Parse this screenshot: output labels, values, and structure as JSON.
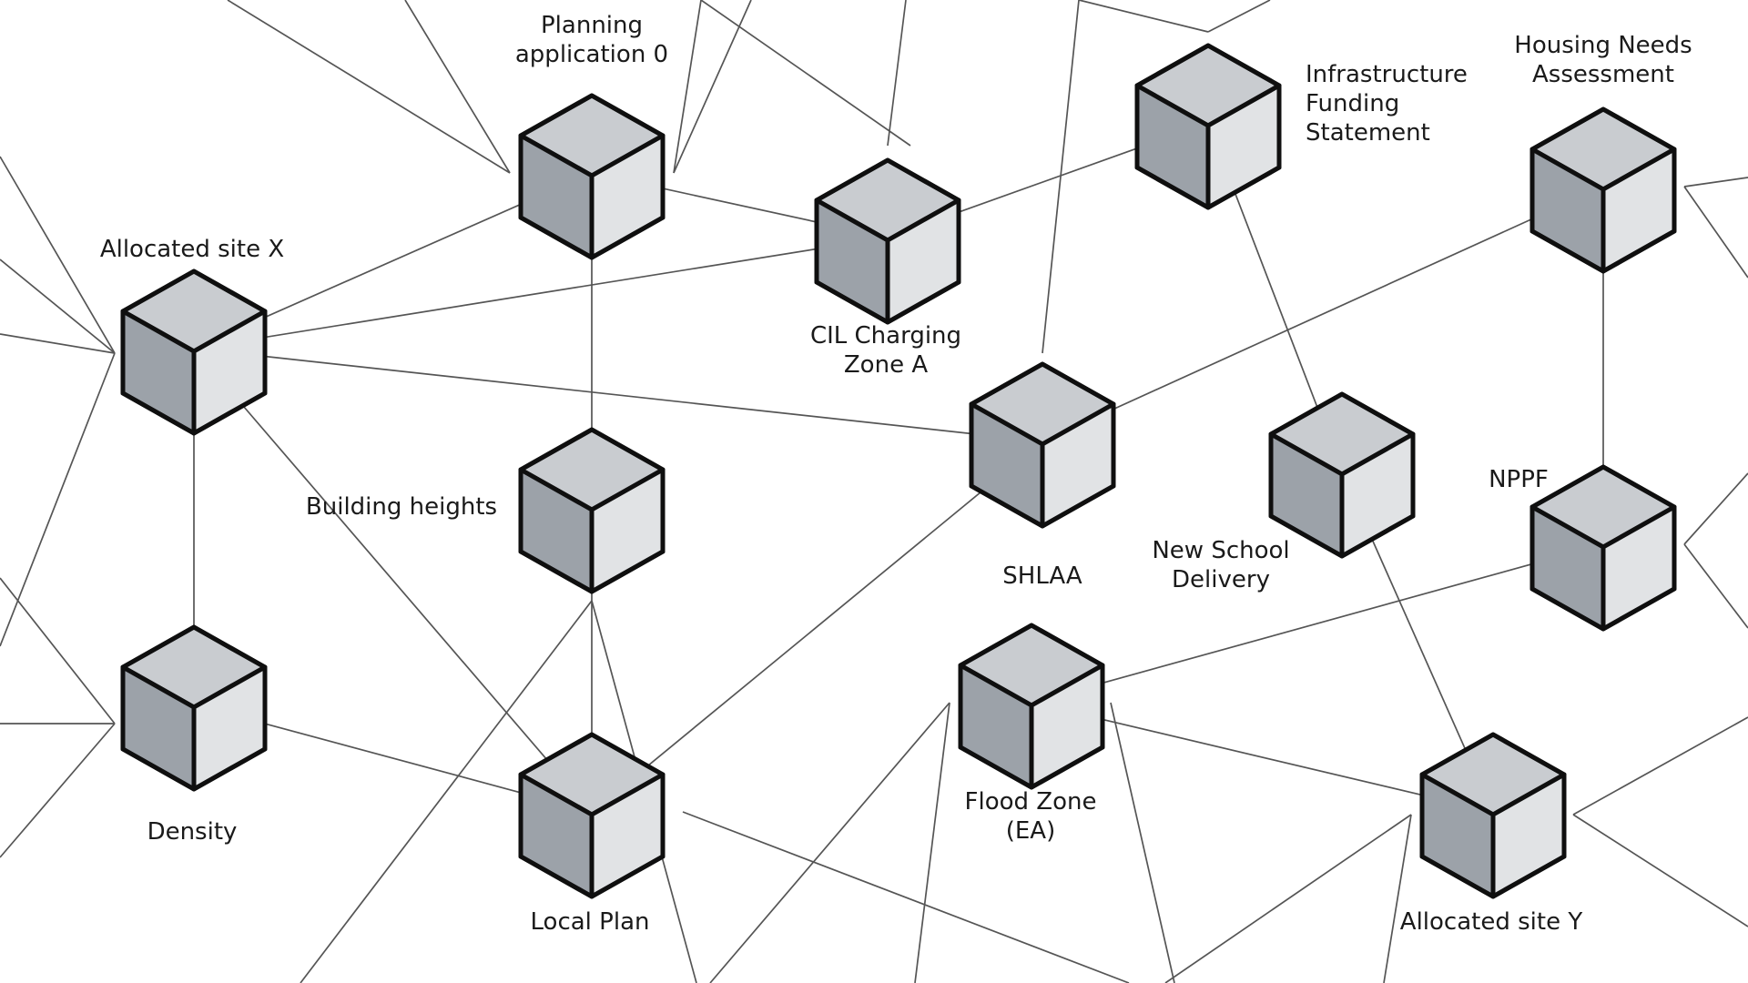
{
  "diagram": {
    "nodes": [
      {
        "id": "planning-application-0",
        "lines": [
          "Planning",
          "application 0"
        ]
      },
      {
        "id": "cil-charging-zone-a",
        "lines": [
          "CIL Charging",
          "Zone A"
        ]
      },
      {
        "id": "infrastructure-funding-statement",
        "lines": [
          "Infrastructure",
          "Funding",
          "Statement"
        ]
      },
      {
        "id": "housing-needs-assessment",
        "lines": [
          "Housing Needs",
          "Assessment"
        ]
      },
      {
        "id": "allocated-site-x",
        "lines": [
          "Allocated site X"
        ]
      },
      {
        "id": "building-heights",
        "lines": [
          "Building heights"
        ]
      },
      {
        "id": "shlaa",
        "lines": [
          "SHLAA"
        ]
      },
      {
        "id": "new-school-delivery",
        "lines": [
          "New School",
          "Delivery"
        ]
      },
      {
        "id": "nppf",
        "lines": [
          "NPPF"
        ]
      },
      {
        "id": "density",
        "lines": [
          "Density"
        ]
      },
      {
        "id": "local-plan",
        "lines": [
          "Local Plan"
        ]
      },
      {
        "id": "flood-zone-ea",
        "lines": [
          "Flood Zone",
          "(EA)"
        ]
      },
      {
        "id": "allocated-site-y",
        "lines": [
          "Allocated site Y"
        ]
      }
    ],
    "edges": [
      [
        "planning-application-0",
        "allocated-site-x"
      ],
      [
        "planning-application-0",
        "cil-charging-zone-a"
      ],
      [
        "planning-application-0",
        "building-heights"
      ],
      [
        "allocated-site-x",
        "cil-charging-zone-a"
      ],
      [
        "allocated-site-x",
        "shlaa"
      ],
      [
        "allocated-site-x",
        "density"
      ],
      [
        "allocated-site-x",
        "local-plan"
      ],
      [
        "cil-charging-zone-a",
        "infrastructure-funding-statement"
      ],
      [
        "infrastructure-funding-statement",
        "new-school-delivery"
      ],
      [
        "housing-needs-assessment",
        "shlaa"
      ],
      [
        "housing-needs-assessment",
        "nppf"
      ],
      [
        "shlaa",
        "local-plan"
      ],
      [
        "building-heights",
        "local-plan"
      ],
      [
        "density",
        "local-plan"
      ],
      [
        "new-school-delivery",
        "allocated-site-y"
      ],
      [
        "nppf",
        "flood-zone-ea"
      ],
      [
        "flood-zone-ea",
        "allocated-site-y"
      ]
    ],
    "colors": {
      "cube_top": "#c9ccd0",
      "cube_left": "#9ca2a9",
      "cube_right": "#e1e3e5",
      "cube_outline": "#0f0f0f",
      "edge": "#555555",
      "background": "#ffffff"
    }
  }
}
